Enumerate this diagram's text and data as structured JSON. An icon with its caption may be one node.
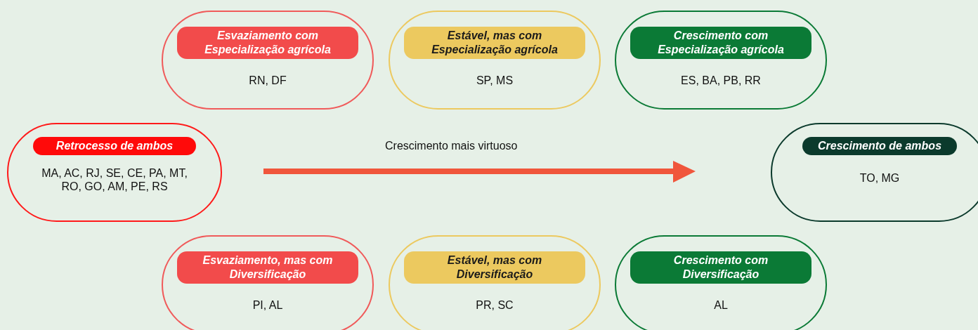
{
  "diagram": {
    "nodes": [
      {
        "text": [
          "Esvaziamento com Especialização agrícola",
          "RN, DF"
        ]
      },
      {
        "text": [
          "Estável, mas com Especialização agrícola",
          "SP, MS"
        ]
      },
      {
        "text": [
          "Crescimento com Especialização agrícola",
          "ES, BA, PB, RR"
        ]
      },
      {
        "text": [
          "Retrocesso de ambos",
          "MA, AC, RJ, SE, CE, PA, MT, RO, GO, AM, PE, RS"
        ]
      },
      {
        "text": [
          "Crescimento de ambos",
          "TO, MG"
        ]
      },
      {
        "text": [
          "Esvaziamento, mas com Diversificação",
          "PI, AL"
        ]
      },
      {
        "text": [
          "Estável, mas com Diversificação",
          "PR, SC"
        ]
      },
      {
        "text": [
          "Crescimento com Diversificação",
          "AL"
        ]
      }
    ],
    "labels": [
      "Crescimento mais virtuoso"
    ]
  }
}
